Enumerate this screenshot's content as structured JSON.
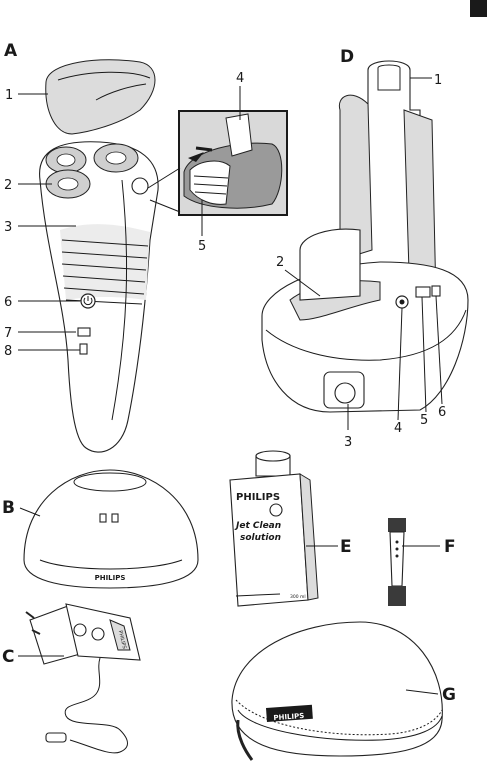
{
  "section_labels": {
    "a": "A",
    "b": "B",
    "c": "C",
    "d": "D",
    "e": "E",
    "f": "F",
    "g": "G"
  },
  "shaver_callouts": [
    "1",
    "2",
    "3",
    "6",
    "7",
    "8"
  ],
  "inset_callouts": [
    "4",
    "5"
  ],
  "station_callouts": [
    "1",
    "2",
    "3",
    "4",
    "5",
    "6"
  ],
  "product_text": {
    "stand_brand": "PHILIPS",
    "bottle_brand": "PHILIPS",
    "bottle_line1": "Jet Clean",
    "bottle_line2": "solution",
    "bottle_volume": "300 ml",
    "adapter_brand": "PHILIPS",
    "case_brand": "PHILIPS"
  }
}
